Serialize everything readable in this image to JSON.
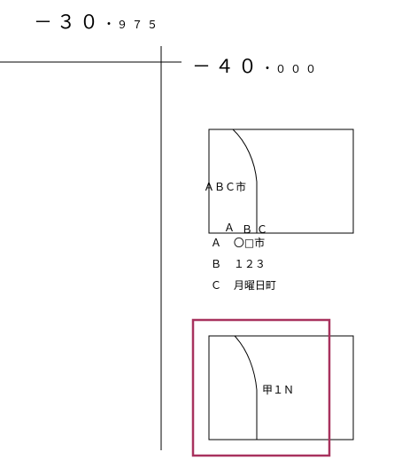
{
  "coordinates": {
    "top": {
      "major": "－３０",
      "dot": "・",
      "minor": "９７５"
    },
    "right": {
      "major": "－４０",
      "dot": "・",
      "minor": "０００"
    }
  },
  "map_upper": {
    "city_label": "ＡＢＣ市",
    "abc_markers": [
      "Ａ",
      "Ｂ",
      "Ｃ"
    ]
  },
  "legend": [
    {
      "key": "Ａ",
      "value": "〇□市"
    },
    {
      "key": "Ｂ",
      "value": "１２３"
    },
    {
      "key": "Ｃ",
      "value": "月曜日町"
    }
  ],
  "map_lower": {
    "parcel_label": "甲１Ｎ"
  },
  "highlight_color": "#a8325e"
}
